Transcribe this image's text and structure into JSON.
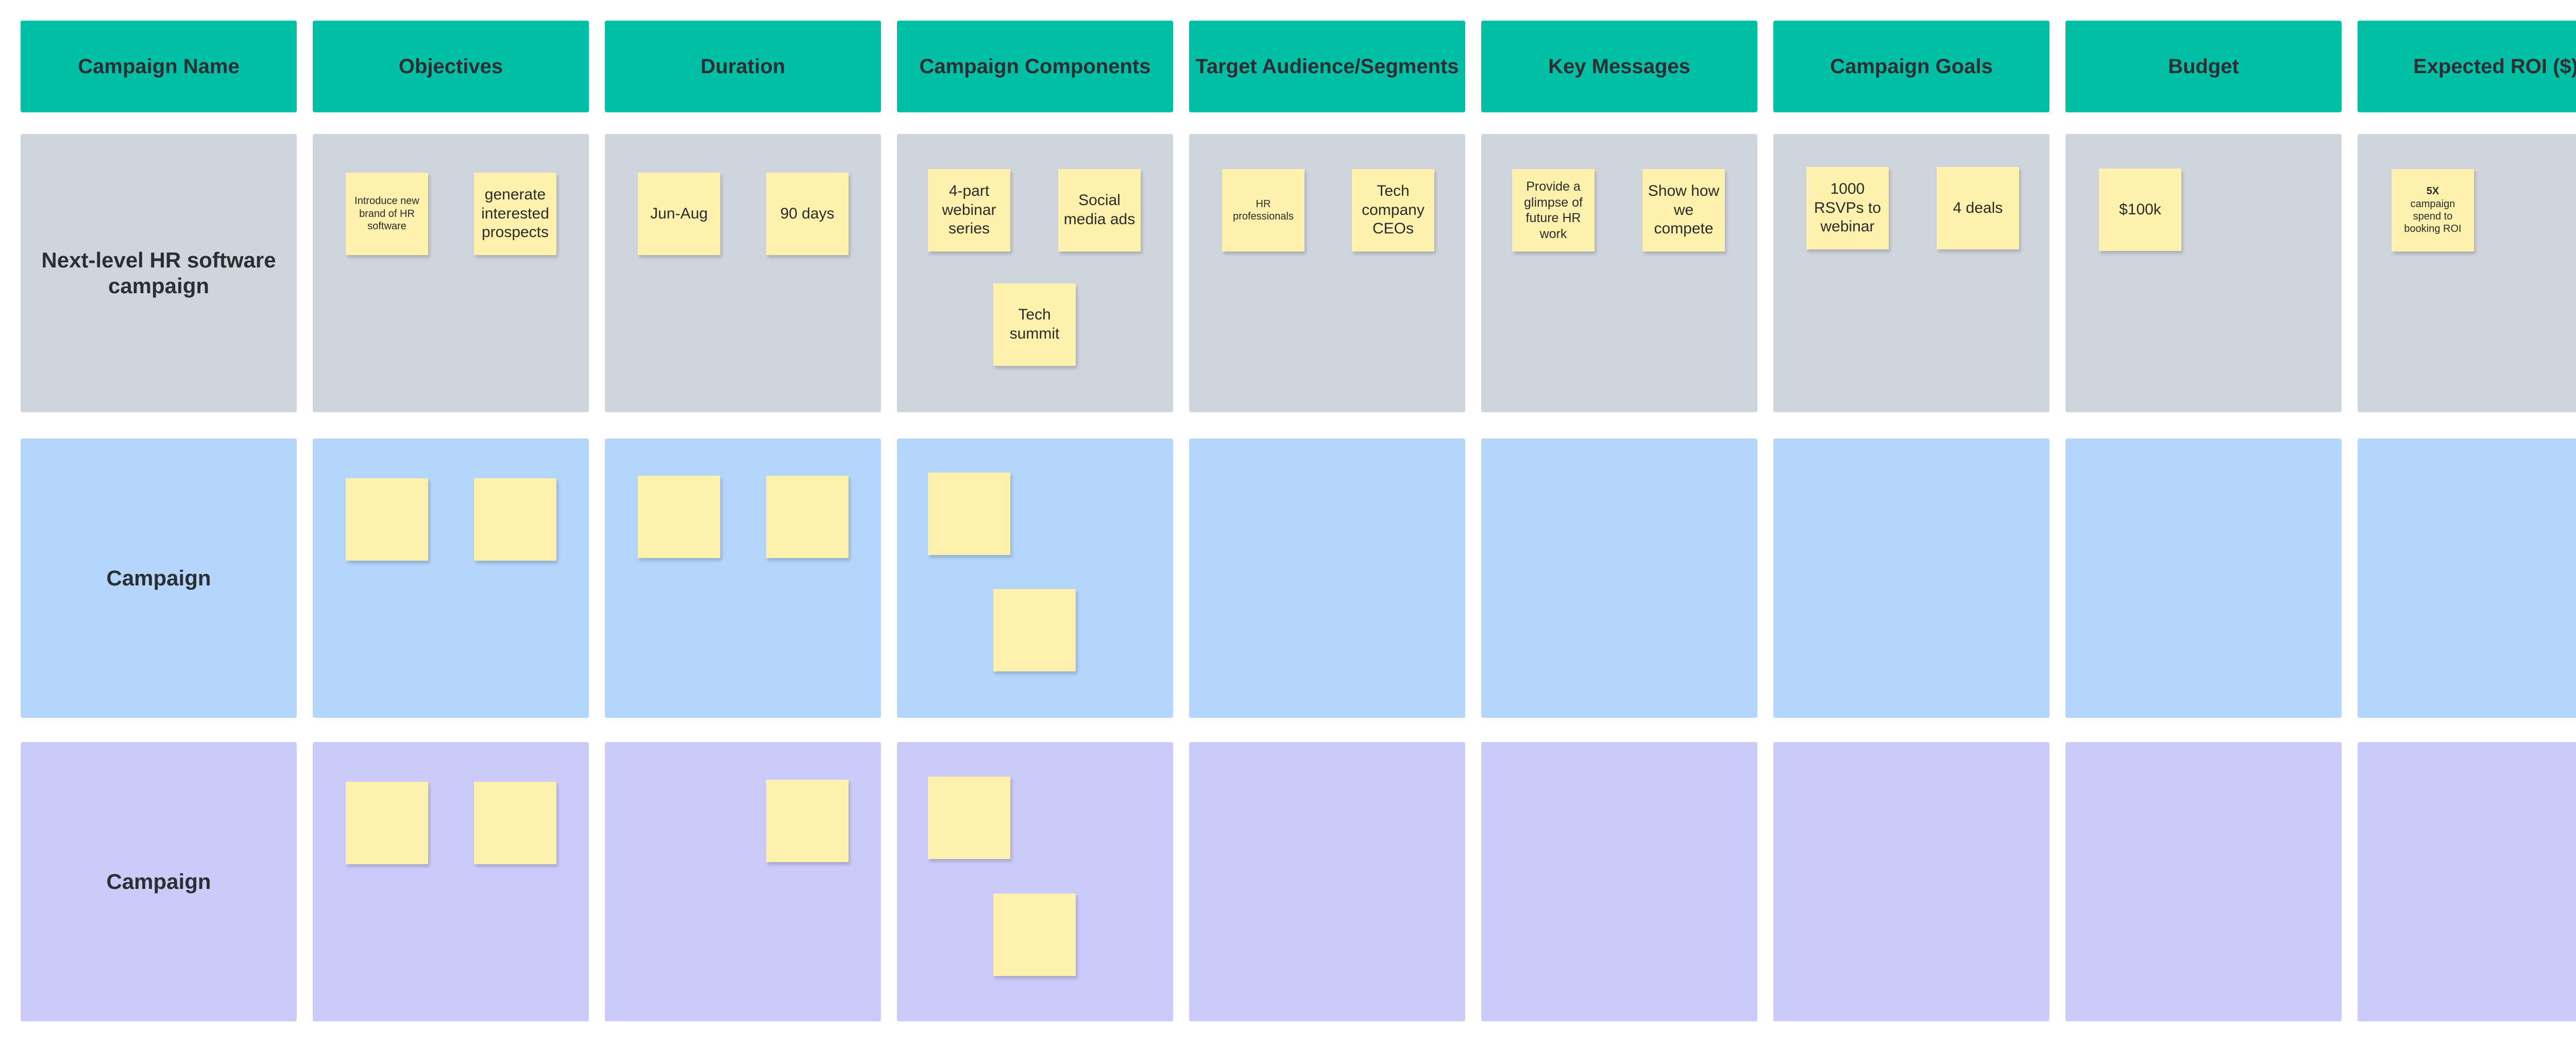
{
  "headers": [
    "Campaign Name",
    "Objectives",
    "Duration",
    "Campaign Components",
    "Target Audience/Segments",
    "Key Messages",
    "Campaign Goals",
    "Budget",
    "Expected ROI ($)"
  ],
  "rows": [
    {
      "name": "Next-level HR software campaign"
    },
    {
      "name": "Campaign"
    },
    {
      "name": "Campaign"
    }
  ],
  "notes": {
    "objective_1": "Introduce new brand of HR software",
    "objective_2": "generate interested prospects",
    "duration_1": "Jun-Aug",
    "duration_2": "90 days",
    "component_1": "4-part webinar series",
    "component_2": "Social media ads",
    "component_3": "Tech summit",
    "audience_1": "HR professionals",
    "audience_2": "Tech company CEOs",
    "message_1": "Provide a glimpse of future HR work",
    "message_2": "Show how we compete",
    "goal_1": "1000 RSVPs to webinar",
    "goal_2": "4 deals",
    "budget_1": "$100k",
    "roi_value": "5X",
    "roi_text": "campaign spend to booking ROI"
  },
  "colors": {
    "header": "#00bfa5",
    "row_1": "#cfd5dc",
    "row_2": "#b4d5fc",
    "row_3": "#cbcbfa",
    "sticky": "#fdf1ad"
  }
}
